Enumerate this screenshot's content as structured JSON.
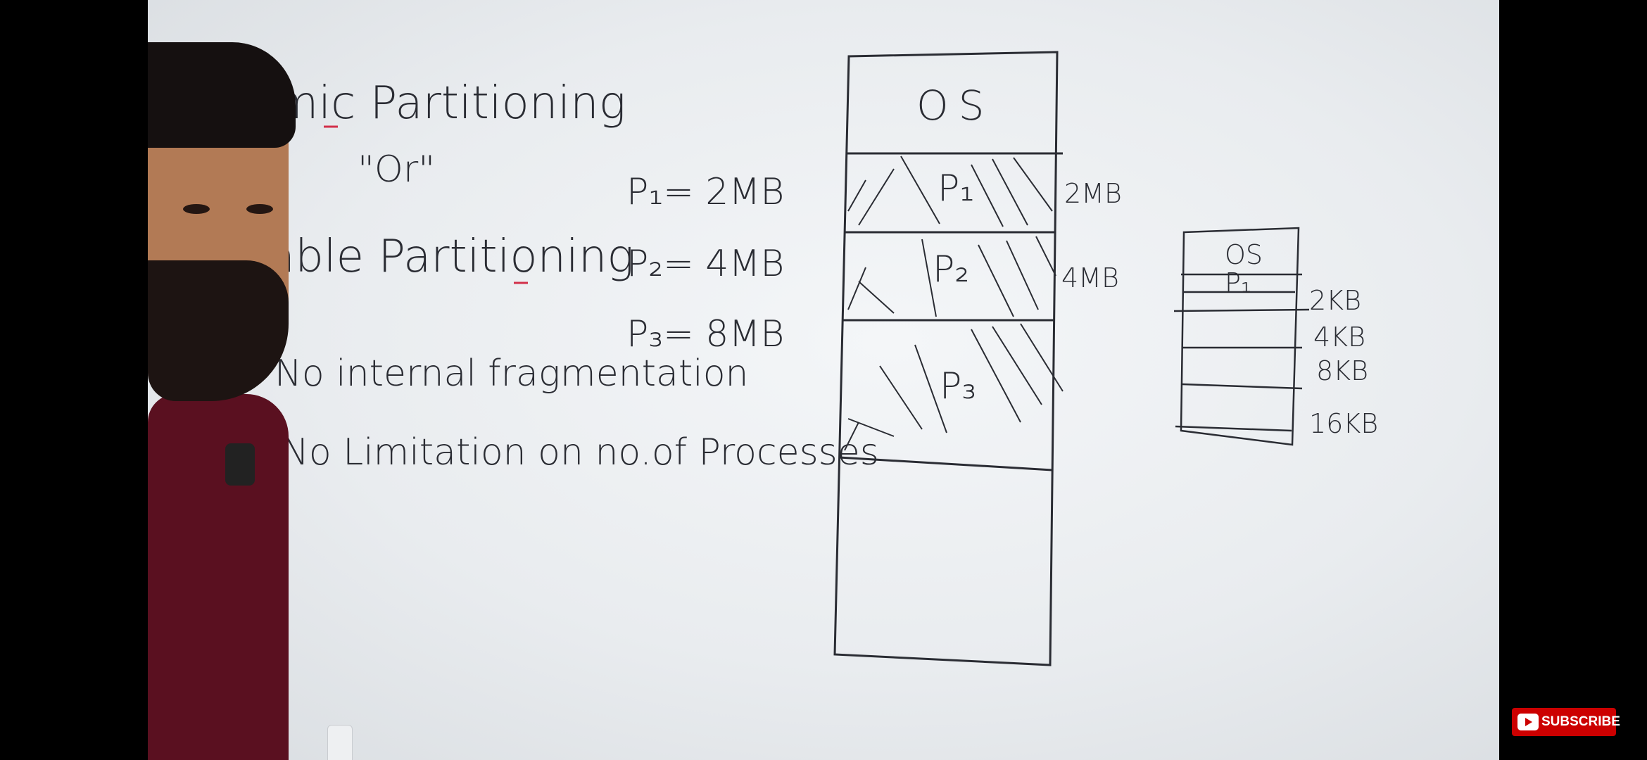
{
  "board": {
    "title_line1": "mic Partitioning",
    "or": "\"Or\"",
    "title_line2": "able Partitioning",
    "points": [
      "No internal fragmentation",
      "No Limitation on no.of Processes"
    ],
    "process_sizes": [
      "P₁= 2MB",
      "P₂= 4MB",
      "P₃= 8MB"
    ]
  },
  "memory_diagram": {
    "os_label": "OS",
    "processes": [
      "P₁",
      "P₂",
      "P₃"
    ],
    "size_labels": [
      "2MB",
      "4MB"
    ]
  },
  "fixed_diagram": {
    "os_label": "OS",
    "first_label": "P₁",
    "size_labels": [
      "2KB",
      "4KB",
      "8KB",
      "16KB"
    ]
  },
  "overlay": {
    "subscribe_label": "SUBSCRIBE"
  }
}
